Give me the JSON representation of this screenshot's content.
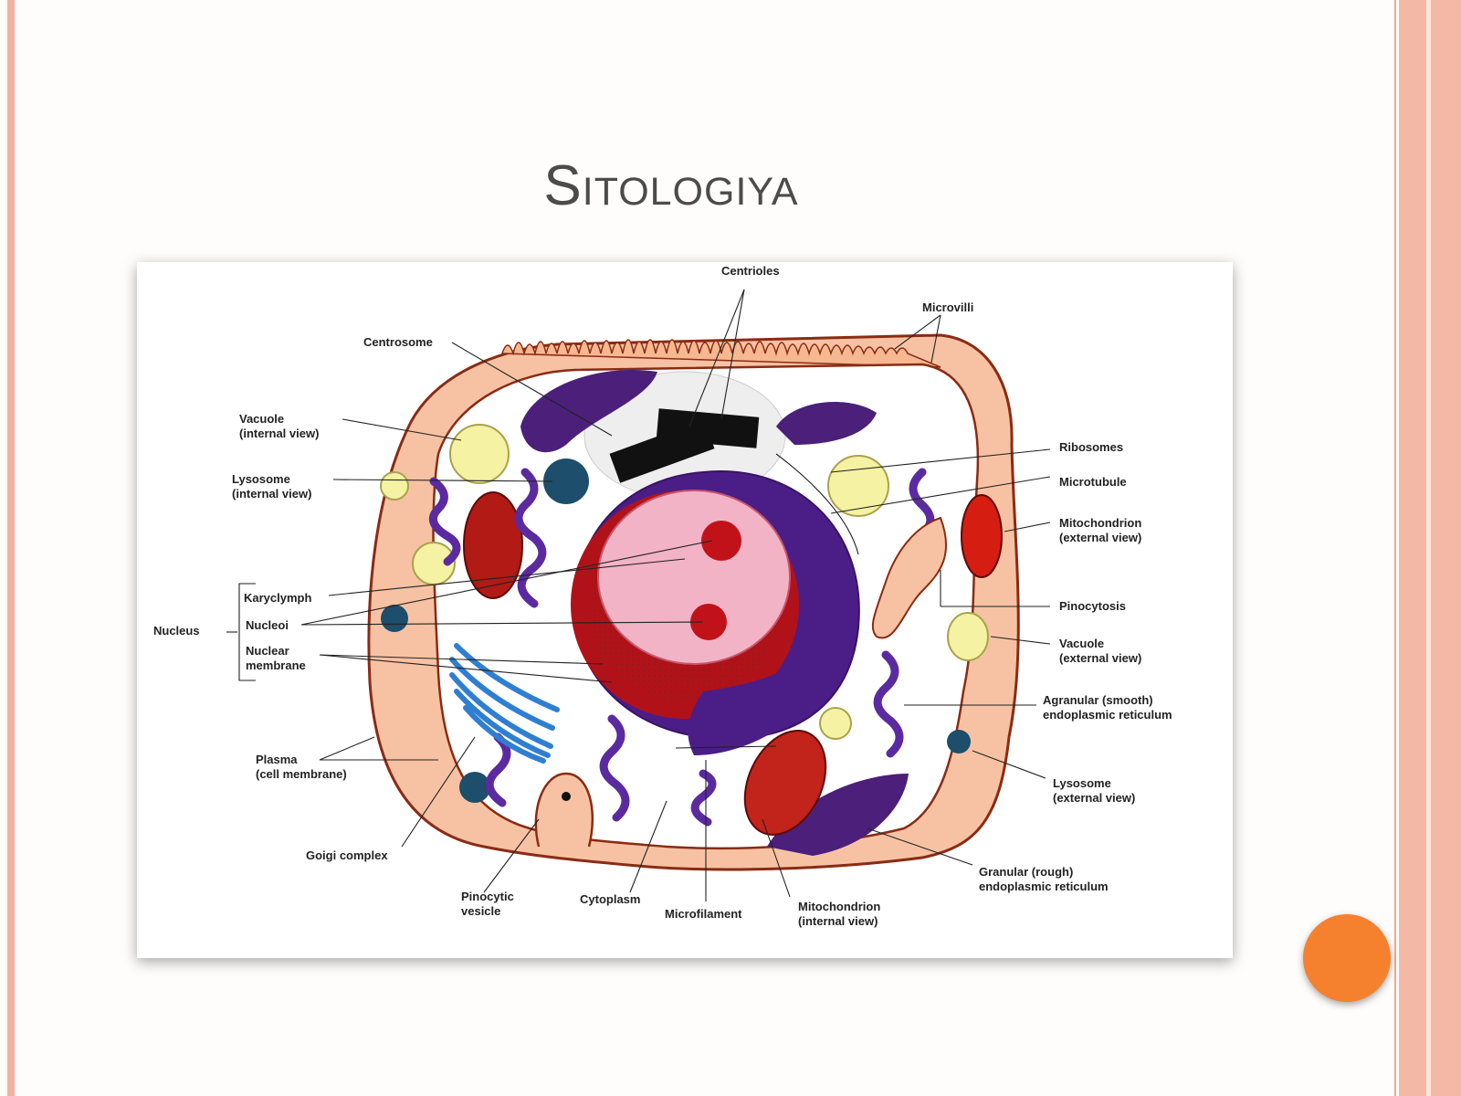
{
  "slide": {
    "title": "Sitologiya"
  },
  "diagram": {
    "labels": {
      "centrioles": "Centrioles",
      "microvilli": "Microvilli",
      "centrosome": "Centrosome",
      "vacuole_internal_1": "Vacuole",
      "vacuole_internal_2": "(internal view)",
      "lysosome_internal_1": "Lysosome",
      "lysosome_internal_2": "(internal view)",
      "karyolymph": "Karyclymph",
      "nucleoi": "Nucleoi",
      "nuclear_membrane_1": "Nuclear",
      "nuclear_membrane_2": "membrane",
      "nucleus": "Nucleus",
      "plasma_1": "Plasma",
      "plasma_2": "(cell membrane)",
      "golgi": "Goigi complex",
      "pinocytic_1": "Pinocytic",
      "pinocytic_2": "vesicle",
      "cytoplasm": "Cytoplasm",
      "microfilament": "Microfilament",
      "mito_internal_1": "Mitochondrion",
      "mito_internal_2": "(internal view)",
      "ribosomes": "Ribosomes",
      "microtubule": "Microtubule",
      "mito_external_1": "Mitochondrion",
      "mito_external_2": "(external view)",
      "pinocytosis": "Pinocytosis",
      "vacuole_external_1": "Vacuole",
      "vacuole_external_2": "(external view)",
      "agranular_1": "Agranular (smooth)",
      "agranular_2": "endoplasmic reticulum",
      "lysosome_external_1": "Lysosome",
      "lysosome_external_2": "(external view)",
      "granular_1": "Granular (rough)",
      "granular_2": "endoplasmic reticulum"
    }
  },
  "colors": {
    "accent_orange": "#f5812e",
    "border_salmon": "#f2b29f"
  }
}
